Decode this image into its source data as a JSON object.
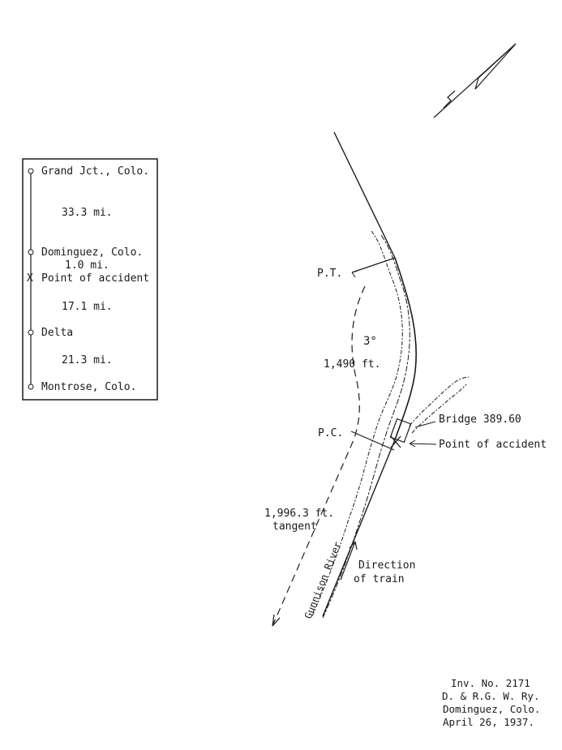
{
  "legend": {
    "stations": [
      {
        "name": "Grand Jct., Colo."
      },
      {
        "name": "Dominguez, Colo."
      },
      {
        "name": "Point of accident"
      },
      {
        "name": "Delta"
      },
      {
        "name": "Montrose, Colo."
      }
    ],
    "distances": [
      "33.3 mi.",
      "1.0 mi.",
      "17.1 mi.",
      "21.3 mi."
    ],
    "accident_marker": "X"
  },
  "map": {
    "north_symbol": "N",
    "pt_label": "P.T.",
    "pc_label": "P.C.",
    "curve_degree": "3°",
    "curve_length": "1,490 ft.",
    "tangent_length": "1,996.3 ft.",
    "tangent_word": "tangent",
    "bridge_label": "Bridge 389.60",
    "accident_label": "Point of accident",
    "river_label": "Gunnison River",
    "direction_line1": "Direction",
    "direction_line2": "of train"
  },
  "footer": {
    "inv": "Inv. No. 2171",
    "railway": "D. & R.G. W. Ry.",
    "place": "Dominguez, Colo.",
    "date": "April 26, 1937."
  }
}
